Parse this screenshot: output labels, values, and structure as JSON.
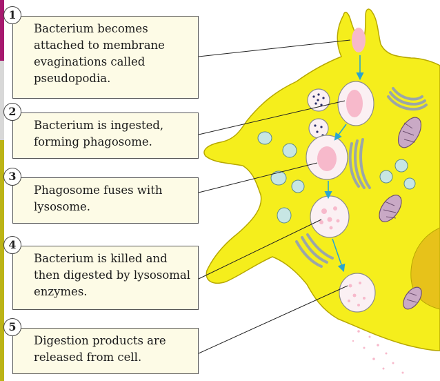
{
  "colors": {
    "cytoplasm": "#f5ee1c",
    "cell_outline": "#b7a800",
    "box_fill": "#fdfbe6",
    "arrow": "#2aa5cf",
    "vesicle_fill": "#fbf0f3",
    "bacterium": "#f7b9cb",
    "lysosome_dot": "#2b2f6a",
    "mitochondrion": "#c9a9c5",
    "small_vesicle": "#c7e6e4",
    "membrane_stack": "#9ba6a8",
    "edge_magenta": "#a6196f",
    "edge_grey": "#d8d8d8",
    "edge_olive": "#bcb416"
  },
  "steps": [
    {
      "number": "1",
      "text": "Bacterium becomes attached to membrane evaginations called pseudopodia."
    },
    {
      "number": "2",
      "text": "Bacterium is ingested, forming phagosome."
    },
    {
      "number": "3",
      "text": "Phagosome fuses with lysosome."
    },
    {
      "number": "4",
      "text": "Bacterium is killed and then digested by lysosomal enzymes."
    },
    {
      "number": "5",
      "text": "Digestion products are released from cell."
    }
  ]
}
